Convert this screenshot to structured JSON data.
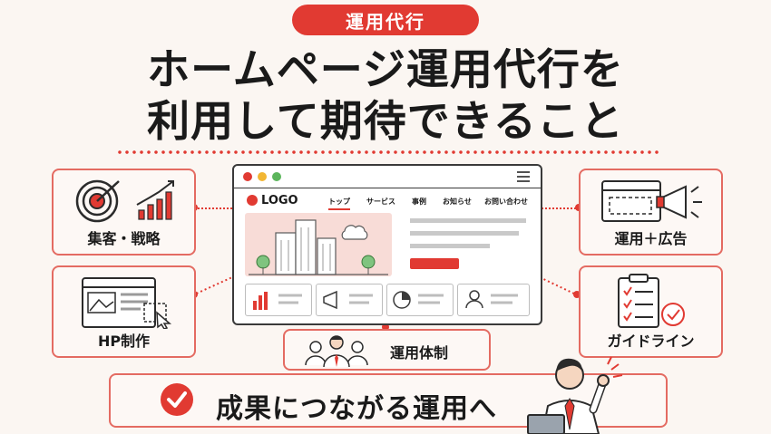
{
  "badge": "運用代行",
  "title_line1": "ホームページ運用代行を",
  "title_line2": "利用して期待できること",
  "cards": {
    "marketing": "集客・戦略",
    "hp": "HP制作",
    "ads": "運用＋広告",
    "guideline": "ガイドライン",
    "team": "運用体制"
  },
  "browser": {
    "logo": "LOGO",
    "nav": [
      "トップ",
      "サービス",
      "事例",
      "お知らせ",
      "お問い合わせ"
    ]
  },
  "bottom": "成果につながる運用へ",
  "colors": {
    "accent": "#e13a32",
    "background": "#fbf6f2",
    "card_border": "#e46b62"
  }
}
